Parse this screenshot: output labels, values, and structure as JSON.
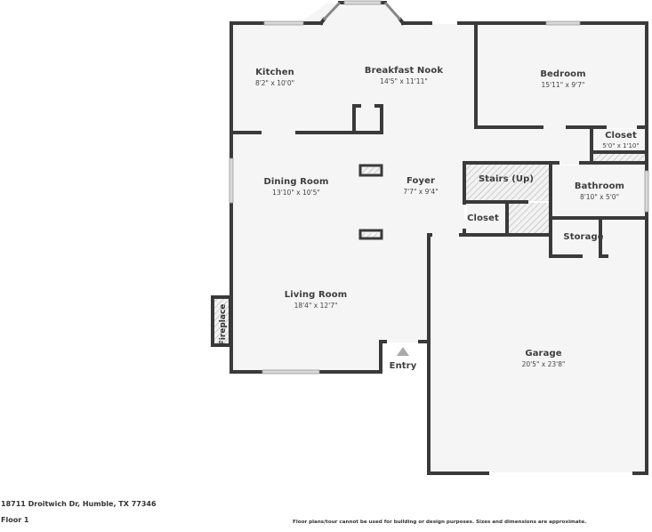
{
  "floorplan": {
    "floor_label": "Floor 1",
    "address": "18711 Droitwich Dr, Humble, TX 77346",
    "disclaimer": "Floor plans/tour cannot be used for building or design purposes. Sizes and dimensions are approximate.",
    "colors": {
      "wall": "#3a3a3a",
      "floor": "#f5f5f5",
      "window": "#d4d4d4",
      "hatch": "#bbbbbb",
      "entry_arrow": "#aaaaaa"
    },
    "rooms": [
      {
        "name": "Kitchen",
        "dimensions": "8'2\" x 10'0\""
      },
      {
        "name": "Breakfast Nook",
        "dimensions": "14'5\" x 11'11\""
      },
      {
        "name": "Bedroom",
        "dimensions": "15'11\" x 9'7\""
      },
      {
        "name": "Closet",
        "dimensions": "5'0\" x 1'10\""
      },
      {
        "name": "Dining Room",
        "dimensions": "13'10\" x 10'5\""
      },
      {
        "name": "Foyer",
        "dimensions": "7'7\" x 9'4\""
      },
      {
        "name": "Stairs (Up)",
        "dimensions": ""
      },
      {
        "name": "Bathroom",
        "dimensions": "8'10\" x 5'0\""
      },
      {
        "name": "Closet",
        "dimensions": ""
      },
      {
        "name": "Storage",
        "dimensions": ""
      },
      {
        "name": "Living Room",
        "dimensions": "18'4\" x 12'7\""
      },
      {
        "name": "Garage",
        "dimensions": "20'5\" x 23'8\""
      },
      {
        "name": "Entry",
        "dimensions": ""
      },
      {
        "name": "Fireplace",
        "dimensions": ""
      }
    ]
  }
}
